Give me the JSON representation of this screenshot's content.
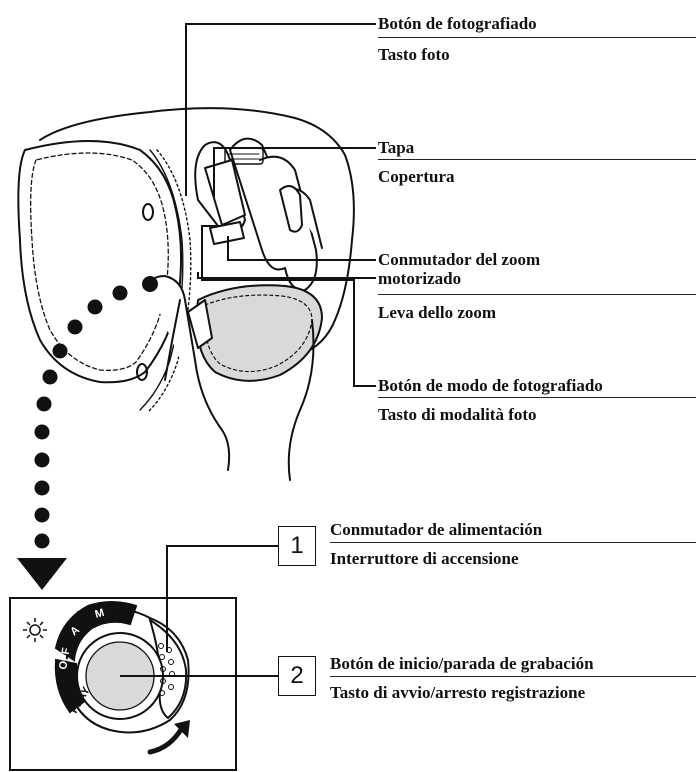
{
  "callouts": {
    "shutter": {
      "es": "Botón de fotografiado",
      "it": "Tasto foto"
    },
    "cover": {
      "es": "Tapa",
      "it": "Copertura"
    },
    "zoom": {
      "es_line1": "Conmutador del zoom",
      "es_line2": "motorizado",
      "it": "Leva dello zoom"
    },
    "snapshot_mode": {
      "es": "Botón de modo de fotografiado",
      "it": "Tasto di modalità foto"
    }
  },
  "steps": [
    {
      "number": "1",
      "es": "Conmutador de alimentación",
      "it": "Interruttore di accensione"
    },
    {
      "number": "2",
      "es": "Botón de inicio/parada de grabación",
      "it": "Tasto di avvio/arresto registrazione"
    }
  ],
  "dial": {
    "play": "PLAY",
    "off": "OFF",
    "auto": "A",
    "manual": "M"
  }
}
